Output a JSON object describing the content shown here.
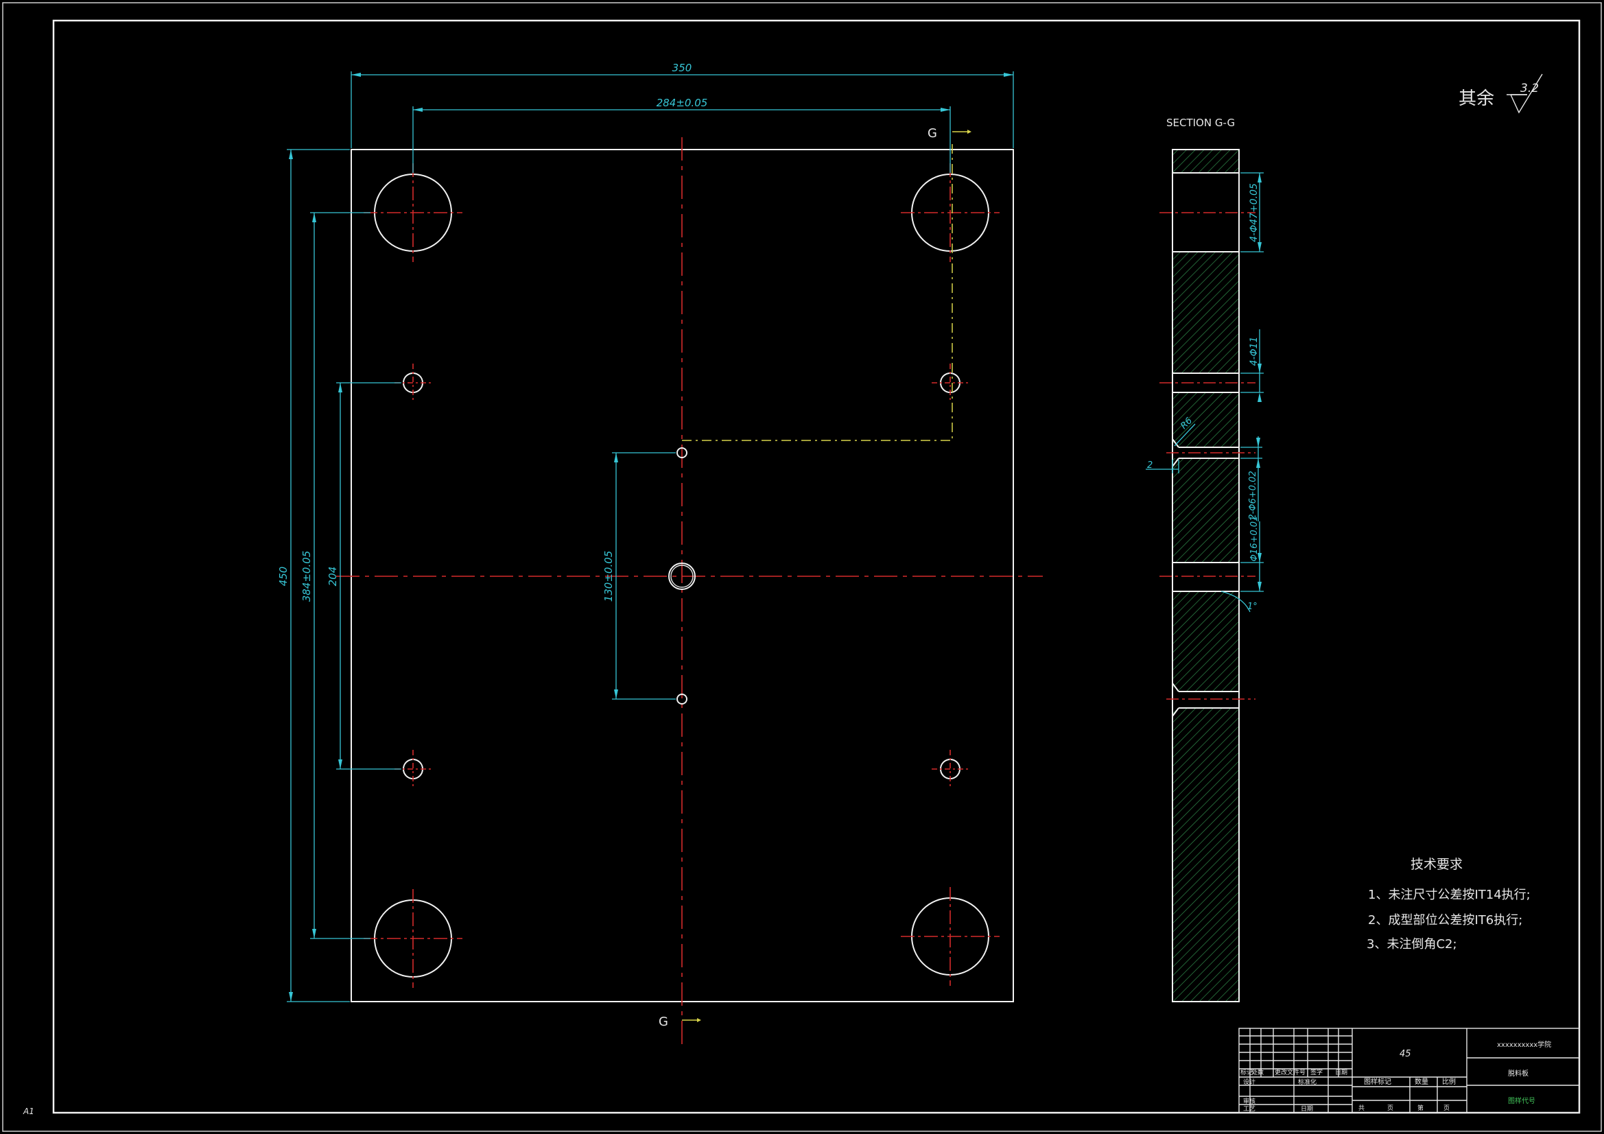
{
  "drawing": {
    "roughness_label": "其余",
    "roughness_value": "3.2",
    "section_title": "SECTION G-G",
    "section_marker": "G",
    "sheet_size": "A1"
  },
  "dimensions": {
    "width_total": "350",
    "hole_spacing_x": "284±0.05",
    "height_total": "450",
    "hole_spacing_y_large": "384±0.05",
    "hole_spacing_y_small": "204",
    "center_spacing": "130±0.05"
  },
  "section_dims": {
    "large_holes": "4-Φ47+0.05",
    "small_holes": "4-Φ11",
    "pin_holes": "2-Φ6+0.02",
    "center_hole": "Φ16+0.01",
    "chamfer": "R6",
    "step_depth": "2",
    "taper": "1°"
  },
  "tech_requirements": {
    "title": "技术要求",
    "items": [
      "1、未注尺寸公差按IT14执行;",
      "2、成型部位公差按IT6执行;",
      "3、未注倒角C2;"
    ]
  },
  "title_block": {
    "material": "45",
    "school": "xxxxxxxxxx学院",
    "part_name": "脱料板",
    "drawing_no": "图样代号",
    "headers": [
      "标记",
      "处数",
      "更改文件号",
      "签字",
      "日期"
    ],
    "roles": [
      "设计",
      "标准化",
      "审核",
      "工艺",
      "日期"
    ],
    "stage_mark": "图样标记",
    "weight": "数量",
    "scale": "比例",
    "sheet_total": "共",
    "sheet_unit": "页",
    "sheet_no": "第",
    "sheet_unit2": "页"
  }
}
